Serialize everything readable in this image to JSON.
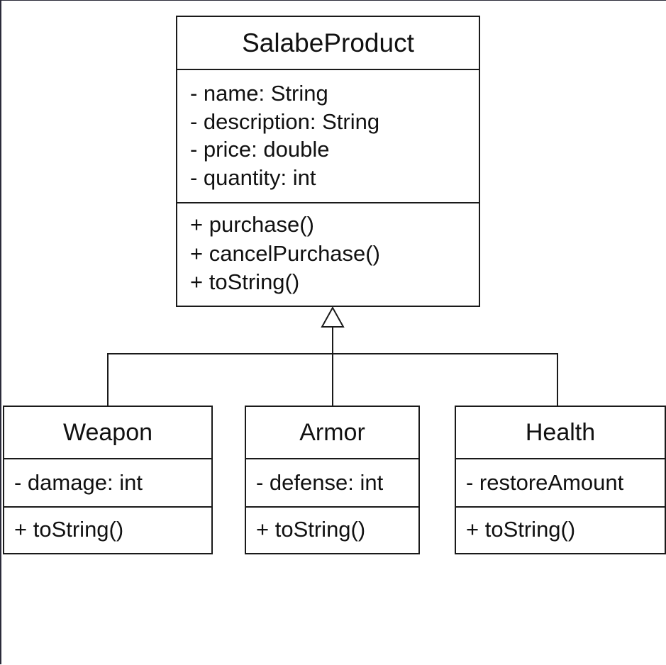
{
  "diagram": {
    "type": "uml-class-inheritance",
    "classes": [
      {
        "id": "salabe-product",
        "name": "SalabeProduct",
        "attributes": [
          "- name: String",
          "- description: String",
          "- price: double",
          "- quantity: int"
        ],
        "methods": [
          "+ purchase()",
          "+ cancelPurchase()",
          "+ toString()"
        ]
      },
      {
        "id": "weapon",
        "name": "Weapon",
        "attributes": [
          "- damage: int"
        ],
        "methods": [
          "+ toString()"
        ]
      },
      {
        "id": "armor",
        "name": "Armor",
        "attributes": [
          "- defense: int"
        ],
        "methods": [
          "+ toString()"
        ]
      },
      {
        "id": "health",
        "name": "Health",
        "attributes": [
          "- restoreAmount"
        ],
        "methods": [
          "+ toString()"
        ]
      }
    ],
    "relationships": [
      {
        "type": "generalization",
        "from": "weapon",
        "to": "salabe-product"
      },
      {
        "type": "generalization",
        "from": "armor",
        "to": "salabe-product"
      },
      {
        "type": "generalization",
        "from": "health",
        "to": "salabe-product"
      }
    ]
  }
}
